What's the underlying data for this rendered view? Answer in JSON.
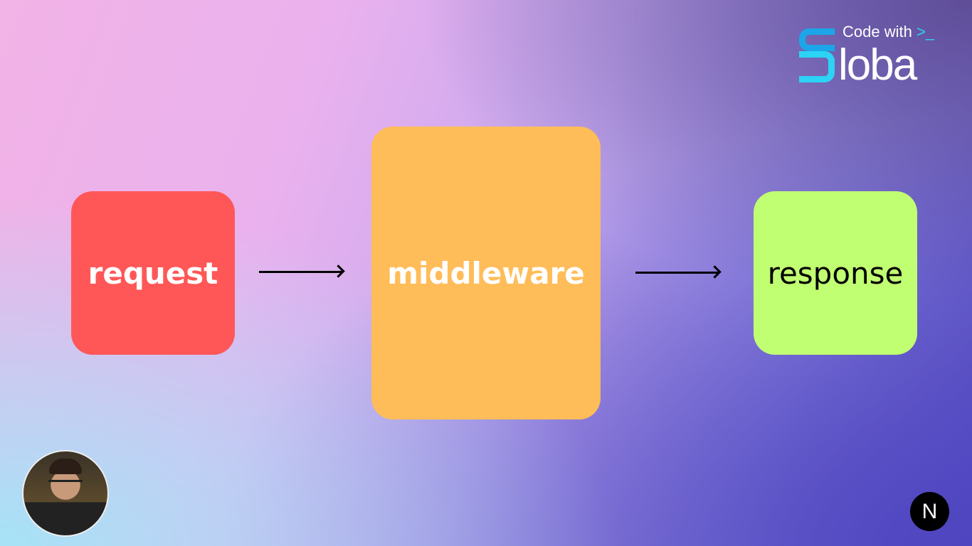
{
  "diagram": {
    "nodes": [
      {
        "label": "request",
        "color": "#ff5757",
        "text_color": "#ffffff"
      },
      {
        "label": "middleware",
        "color": "#ffbd59",
        "text_color": "#ffffff"
      },
      {
        "label": "response",
        "color": "#c1ff72",
        "text_color": "#000000"
      }
    ],
    "edges": [
      {
        "from": "request",
        "to": "middleware"
      },
      {
        "from": "middleware",
        "to": "response"
      }
    ]
  },
  "logo": {
    "line1": "Code with",
    "prompt": ">_",
    "line2": "loba"
  },
  "badge": {
    "letter": "N"
  }
}
